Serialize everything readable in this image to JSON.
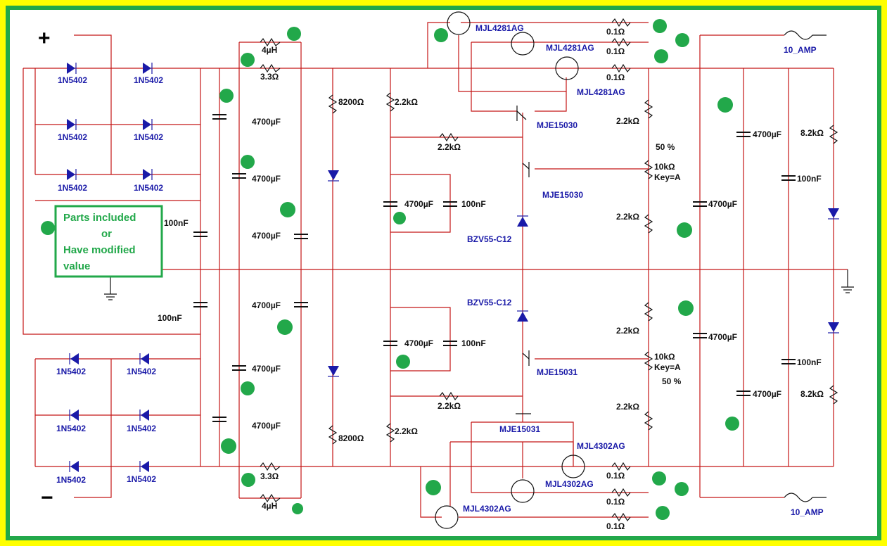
{
  "polarity": {
    "plus": "+",
    "minus": "−"
  },
  "note": {
    "line1": "Parts included",
    "line2": "or",
    "line3": "Have modified",
    "line4": "value"
  },
  "diodes": {
    "label": "1N5402"
  },
  "caps": {
    "c4700": "4700µF",
    "c100n": "100nF"
  },
  "inductor": "4µH",
  "resistors": {
    "r33": "3.3Ω",
    "r01": "0.1Ω",
    "r22k": "2.2kΩ",
    "r8200": "8200Ω",
    "r82k": "8.2kΩ",
    "r10k": "10kΩ",
    "key": "Key=A",
    "pct": "50 %"
  },
  "transistors": {
    "mjl4281": "MJL4281AG",
    "mjl4302": "MJL4302AG",
    "mje15030": "MJE15030",
    "mje15031": "MJE15031"
  },
  "zener": "BZV55-C12",
  "fuse": "10_AMP",
  "colors": {
    "border_outer": "#ffff00",
    "border_inner": "#22a84a",
    "wire": "#c41616",
    "component": "#1a1aa8"
  }
}
